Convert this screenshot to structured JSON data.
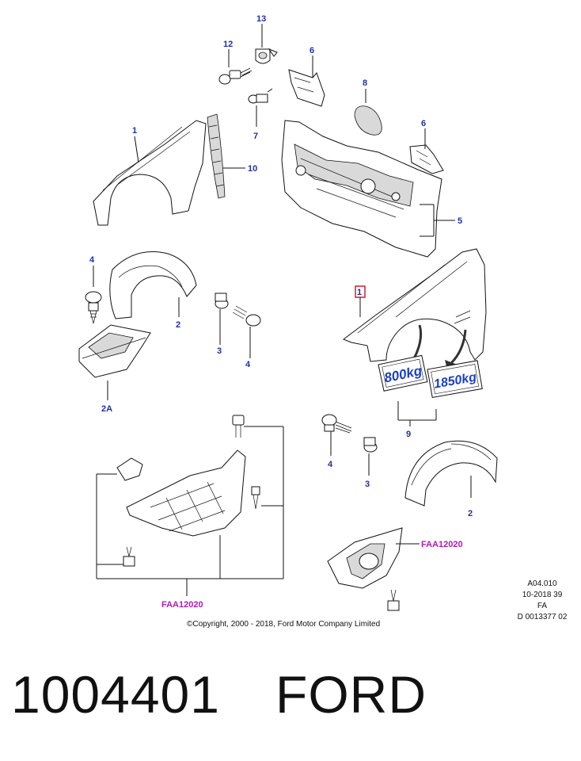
{
  "callouts": {
    "c13": "13",
    "c12": "12",
    "c6a": "6",
    "c8": "8",
    "c7": "7",
    "c1a": "1",
    "c10": "10",
    "c6b": "6",
    "c5": "5",
    "c4a": "4",
    "c2a": "2",
    "c3a": "3",
    "c4b": "4",
    "c2A": "2A",
    "c1b": "1",
    "c9": "9",
    "c4c": "4",
    "c3b": "3",
    "c2b": "2"
  },
  "references": {
    "ref_left": "FAA12020",
    "ref_right": "FAA12020"
  },
  "plates": {
    "plate_small": "800kg",
    "plate_large": "1850kg"
  },
  "copyright": "©Copyright, 2000 - 2018, Ford Motor Company Limited",
  "code_block": [
    "A04.010",
    "10-2018 39",
    "FA",
    "D 0013377 02"
  ],
  "part_number": "1004401",
  "brand": "FORD",
  "colors": {
    "callout": "#1f2fa8",
    "reference": "#b01ab8",
    "highlight": "#d0202a",
    "plate": "#1b3fc4"
  }
}
